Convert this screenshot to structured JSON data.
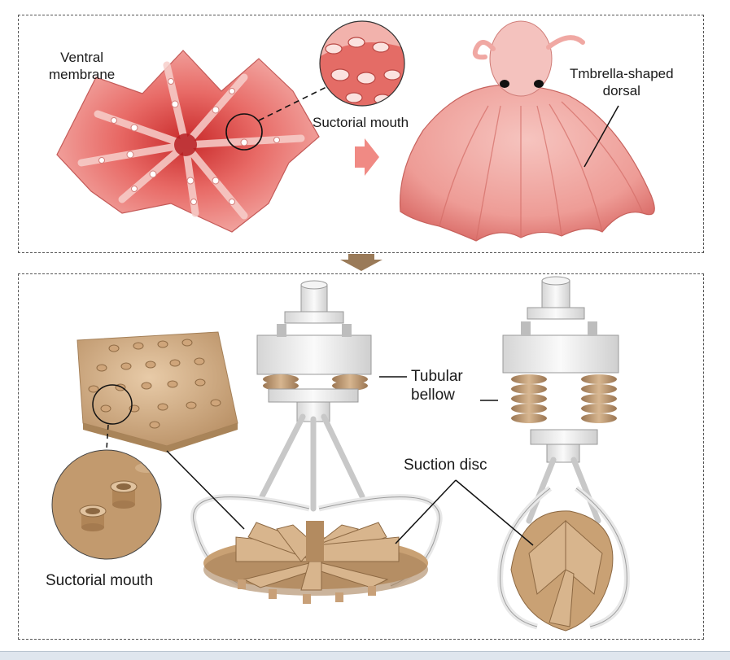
{
  "top_panel": {
    "ventral_label": "Ventral\nmembrane",
    "mouth_label": "Suctorial mouth",
    "dorsal_label": "Tmbrella-shaped\ndorsal"
  },
  "bottom_panel": {
    "mouth_label": "Suctorial mouth",
    "bellow_label": "Tubular\nbellow",
    "disc_label": "Suction disc"
  },
  "colors": {
    "octopus_red": "#e4605e",
    "octopus_pink": "#f2a7a3",
    "gripper_tan": "#d2ac82",
    "frame_white": "#eeeeee",
    "arrow_brown": "#9a7a58",
    "arrow_pink": "#f08a84"
  }
}
